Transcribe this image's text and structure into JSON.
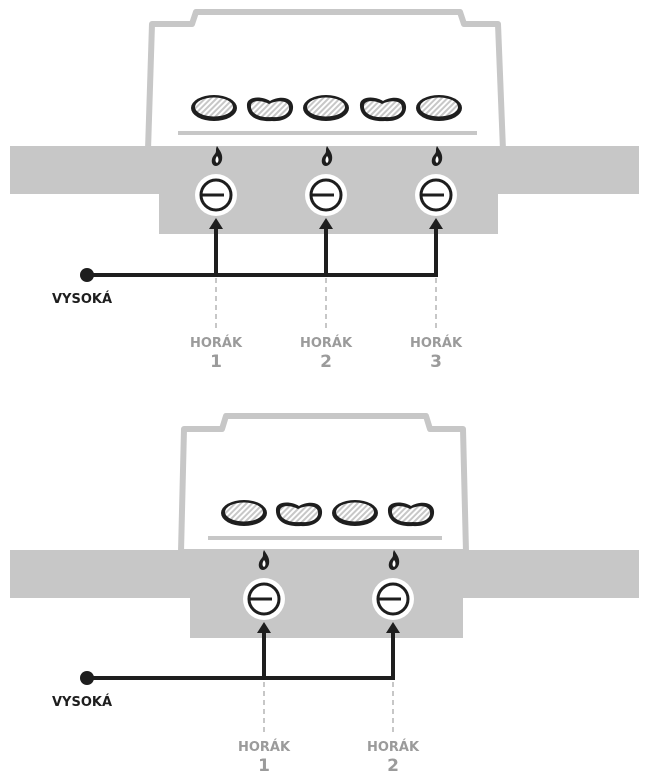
{
  "colors": {
    "grill_gray": "#c7c7c7",
    "dark": "#1e1e1e",
    "label_gray": "#9b9b9b",
    "dashed": "#c7c7c7"
  },
  "icons": [
    "steak-icon",
    "flame-icon",
    "knob-icon"
  ],
  "diagrams": [
    {
      "setting_label": "VYSOKÁ",
      "burners": [
        {
          "label": "HORÁK",
          "number": "1",
          "knob_setting": "high"
        },
        {
          "label": "HORÁK",
          "number": "2",
          "knob_setting": "high"
        },
        {
          "label": "HORÁK",
          "number": "3",
          "knob_setting": "high"
        }
      ],
      "steak_count": 5
    },
    {
      "setting_label": "VYSOKÁ",
      "burners": [
        {
          "label": "HORÁK",
          "number": "1",
          "knob_setting": "high"
        },
        {
          "label": "HORÁK",
          "number": "2",
          "knob_setting": "high"
        }
      ],
      "steak_count": 4
    }
  ]
}
